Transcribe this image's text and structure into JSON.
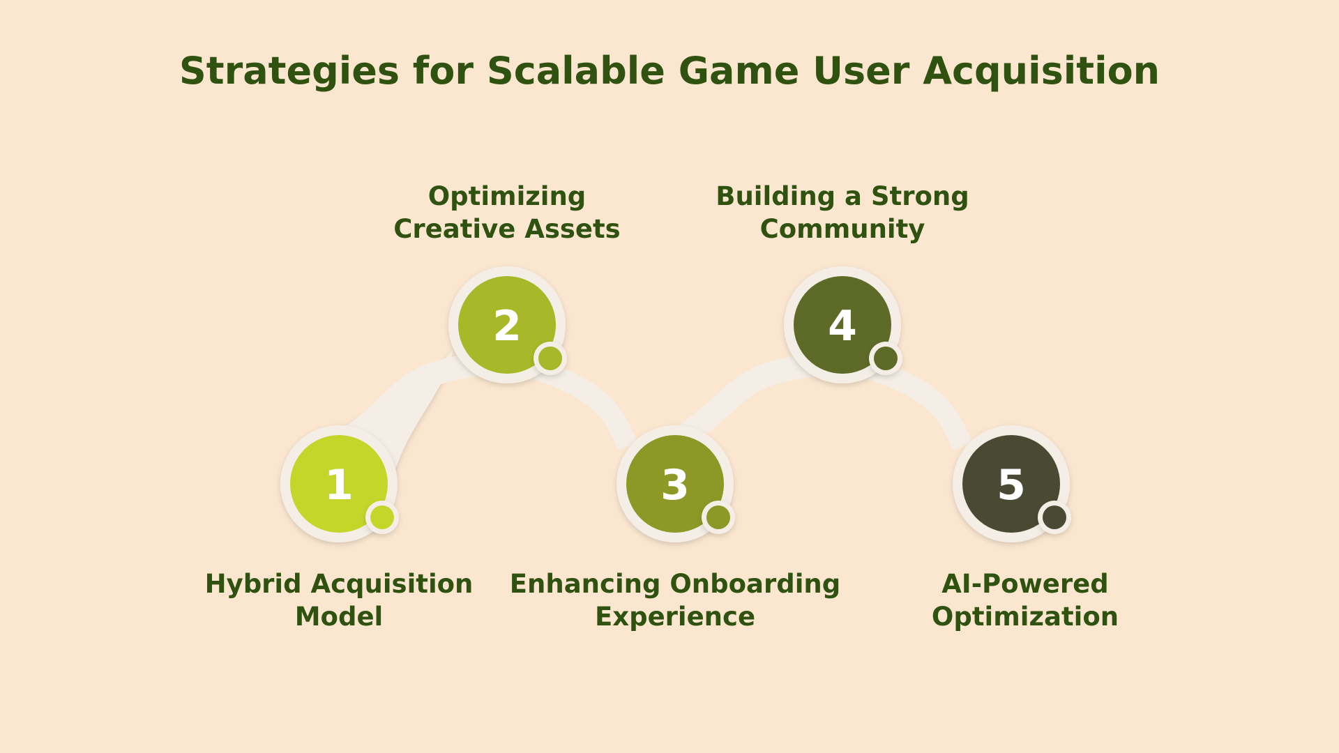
{
  "title": "Strategies for Scalable Game User Acquisition",
  "steps": [
    {
      "number": "1",
      "label_lines": [
        "Hybrid Acquisition",
        "Model"
      ],
      "color": "#c5d62a"
    },
    {
      "number": "2",
      "label_lines": [
        "Optimizing",
        "Creative Assets"
      ],
      "color": "#a9b828"
    },
    {
      "number": "3",
      "label_lines": [
        "Enhancing Onboarding",
        "Experience"
      ],
      "color": "#8d9826"
    },
    {
      "number": "4",
      "label_lines": [
        "Building a Strong",
        "Community"
      ],
      "color": "#5e6a28"
    },
    {
      "number": "5",
      "label_lines": [
        "AI-Powered",
        "Optimization"
      ],
      "color": "#4a4a34"
    }
  ],
  "colors": {
    "background": "#fbe7d0",
    "text": "#2f5210",
    "ring": "#f4eee6"
  }
}
